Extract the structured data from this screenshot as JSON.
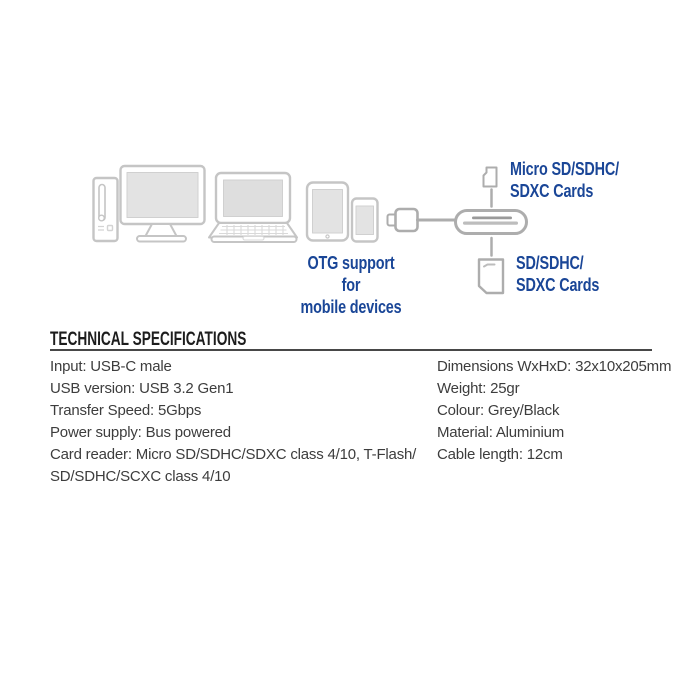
{
  "diagram": {
    "otg_label": {
      "line1": "OTG support for",
      "line2": "mobile devices"
    },
    "micro_sd_label": {
      "line1": "Micro SD/SDHC/",
      "line2": "SDXC Cards"
    },
    "sd_label": {
      "line1": "SD/SDHC/",
      "line2": "SDXC Cards"
    },
    "devices": [
      "desktop-tower",
      "monitor",
      "laptop",
      "tablet",
      "smartphone",
      "usb-c-connector",
      "card-reader",
      "micro-sd-card",
      "sd-card"
    ],
    "colors": {
      "accent_blue": "#1a4697",
      "device_outline_gray": "#c5c5c5",
      "connector_gray": "#adadad",
      "screen_fill_gray": "#e3e3e3"
    }
  },
  "specs": {
    "heading": "TECHNICAL SPECIFICATIONS",
    "left_column": [
      "Input: USB-C male",
      "USB version: USB 3.2 Gen1",
      "Transfer Speed: 5Gbps",
      "Power supply: Bus powered",
      "Card reader: Micro SD/SDHC/SDXC class 4/10, T-Flash/",
      "SD/SDHC/SCXC class 4/10"
    ],
    "right_column": [
      "Dimensions WxHxD: 32x10x205mm",
      "Weight: 25gr",
      "Colour: Grey/Black",
      "Material: Aluminium",
      "Cable length: 12cm"
    ]
  }
}
